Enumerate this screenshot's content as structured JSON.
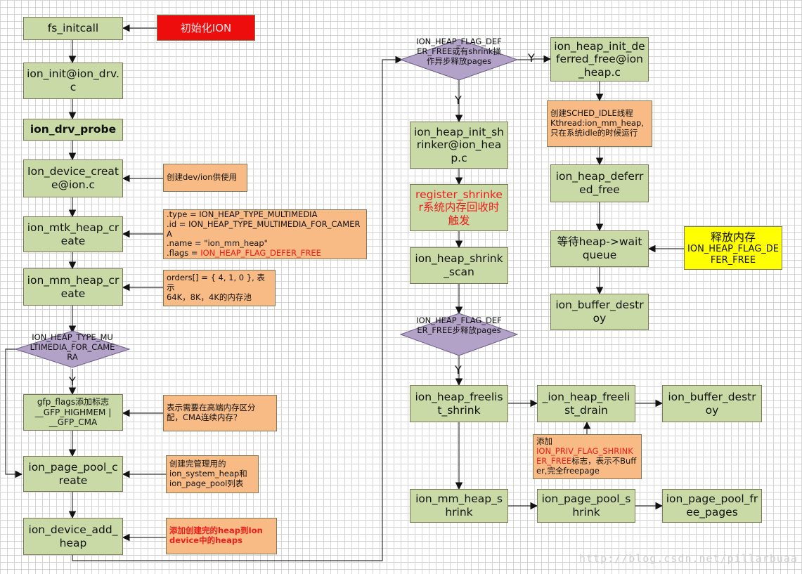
{
  "nodes": {
    "fs_initcall": "fs_initcall",
    "init_ion": "初始化ION",
    "ion_init": "ion_init@ion_drv.c",
    "ion_drv_probe": "ion_drv_probe",
    "ion_device_create": "Ion_device_create@ion.c",
    "note_dev_ion": "创建dev/ion供使用",
    "ion_mtk_heap_create": "ion_mtk_heap_create",
    "note_heap_fields": {
      "type": ".type = ION_HEAP_TYPE_MULTIMEDIA",
      "id": ".id = ION_HEAP_TYPE_MULTIMEDIA_FOR_CAMERA",
      "name": ".name = \"ion_mm_heap\"",
      "flags_prefix": ".flags = ",
      "flags_value": "ION_HEAP_FLAG_DEFER_FREE"
    },
    "ion_mm_heap_create": "ion_mm_heap_create",
    "note_orders": {
      "line1": "orders[] = { 4, 1, 0 }, 表示",
      "line2": "64K，8K，4K的内存池"
    },
    "decision_camera": "ION_HEAP_TYPE_MULTIMEDIA_FOR_CAMERA",
    "label_y1": "Y",
    "gfp_flags": {
      "line1": "gfp_flags添加标志",
      "line2": "__GFP_HIGHMEM |",
      "line3": "__GFP_CMA"
    },
    "note_highmem": {
      "line1": "表示需要在高端内存区分",
      "line2": "配，CMA连续内存？"
    },
    "ion_page_pool_create": "ion_page_pool_create",
    "note_pool_list": {
      "line1": "创建完管理用的",
      "line2": "ion_system_heap和",
      "line3": "ion_page_pool列表"
    },
    "ion_device_add_heap": "ion_device_add_heap",
    "note_add_heap": {
      "line1": "添加创建完的heap到Ion",
      "line2": "device中的heaps"
    },
    "decision_defer_shrink": "ION_HEAP_FLAG_DEFER_FREE或有shrink操作异步释放pages",
    "label_y2": "Y",
    "label_y3": "Y",
    "ion_heap_init_deferred_free": "ion_heap_init_deferred_free@ion_heap.c",
    "note_sched_idle": {
      "line1": "创建SCHED_IDLE线程",
      "line2": "Kthread:ion_mm_heap,",
      "line3": "只在系统idle的时候运行"
    },
    "ion_heap_deferred_free": "ion_heap_deferred_free",
    "wait_queue": "等待heap->waitqueue",
    "release_memory": {
      "line1": "释放内存",
      "line2": "ION_HEAP_FLAG_DEFER_FREE"
    },
    "ion_buffer_destroy_1": "ion_buffer_destroy",
    "ion_heap_init_shrinker": "ion_heap_init_shrinker@ion_heap.c",
    "register_shrinker": {
      "red": "register_shrinker",
      "rest": "系统内存回收时触发"
    },
    "ion_heap_shrink_scan": "ion_heap_shrink_scan",
    "decision_defer_free": "ION_HEAP_FLAG_DEFER_FREE步释放pages",
    "label_y4": "Y",
    "ion_heap_freelist_shrink": "ion_heap_freelist_shrink",
    "_ion_heap_freelist_drain": "_ion_heap_freelist_drain",
    "ion_buffer_destroy_2": "ion_buffer_destroy",
    "note_shrinker_free": {
      "line1": "添加",
      "red": "ION_PRIV_FLAG_SHRINKER_FREE",
      "line2": "标志，表示不Buffer,完全freepage"
    },
    "ion_mm_heap_shrink": "ion_mm_heap_shrink",
    "ion_page_pool_shrink": "ion_page_pool_shrink",
    "ion_page_pool_free_pages": "ion_page_pool_free_pages"
  },
  "watermark": "http://blog.csdn.net/pillarbuaa",
  "colors": {
    "process": "#c9daa6",
    "note": "#f9bb86",
    "decision": "#b3a2c7",
    "highlight": "#ee0d0d",
    "event": "#ffff00",
    "accent_text": "#ee1c1c"
  }
}
